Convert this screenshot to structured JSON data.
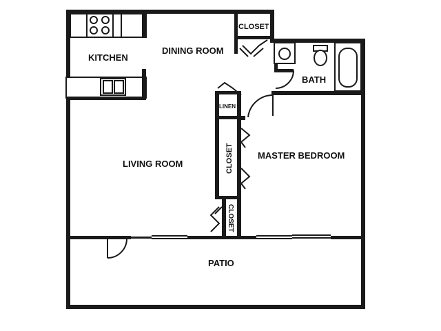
{
  "rooms": {
    "kitchen": "KITCHEN",
    "dining_room": "DINING ROOM",
    "closet_top": "CLOSET",
    "bath": "BATH",
    "linen": "LINEN",
    "closet_middle": "CLOSET",
    "master_bedroom": "MASTER BEDROOM",
    "living_room": "LIVING ROOM",
    "closet_bottom": "CLOSET",
    "patio": "PATIO"
  },
  "colors": {
    "wall": "#1a1a1a",
    "background": "#ffffff"
  }
}
